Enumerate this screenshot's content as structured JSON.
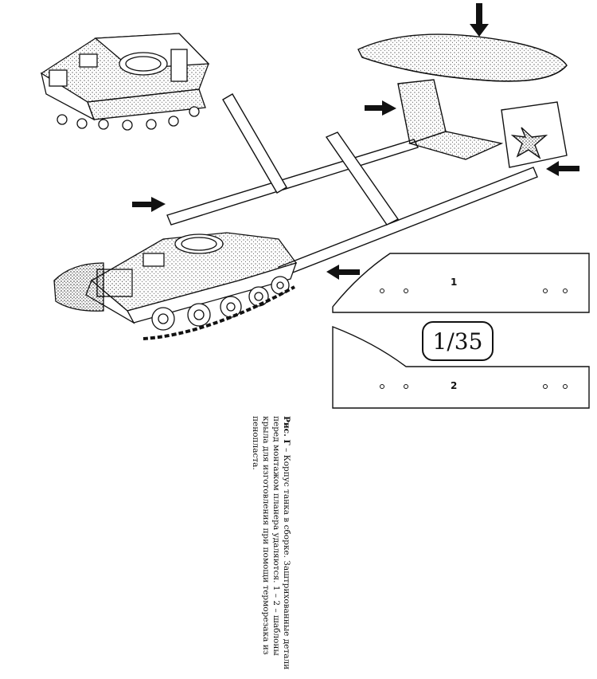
{
  "caption": {
    "figure": "Рис. Г",
    "text": " – Корпус танка в сборке. Заштрихованные детали перед монтажом планера удаляются. 1 – 2 – шаблоны крыла для изготовления при помощи терморезака из пенопласта."
  },
  "scale": "1/35",
  "templates": [
    {
      "label": "1"
    },
    {
      "label": "2"
    }
  ],
  "colors": {
    "ink": "#111111",
    "paper": "#ffffff"
  }
}
